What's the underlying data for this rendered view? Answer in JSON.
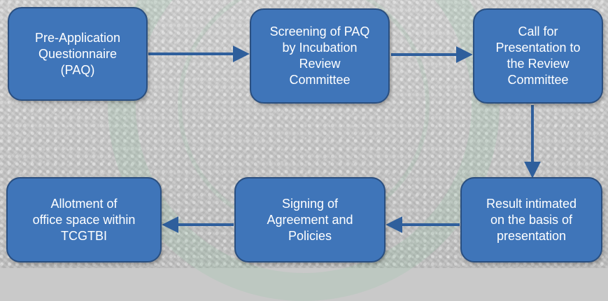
{
  "diagram": {
    "nodes": [
      {
        "id": "n1",
        "label": "Pre-Application\nQuestionnaire\n(PAQ)"
      },
      {
        "id": "n2",
        "label": "Screening of PAQ\nby Incubation\nReview\nCommittee"
      },
      {
        "id": "n3",
        "label": "Call for\nPresentation to\nthe Review\nCommittee"
      },
      {
        "id": "n4",
        "label": "Allotment  of\noffice space within\nTCGTBI"
      },
      {
        "id": "n5",
        "label": "Signing of\nAgreement and\nPolicies"
      },
      {
        "id": "n6",
        "label": "Result intimated\non the basis of\npresentation"
      }
    ],
    "edges": [
      {
        "from": "n1",
        "to": "n2"
      },
      {
        "from": "n2",
        "to": "n3"
      },
      {
        "from": "n3",
        "to": "n6"
      },
      {
        "from": "n6",
        "to": "n5"
      },
      {
        "from": "n5",
        "to": "n4"
      }
    ],
    "colors": {
      "node_fill": "#3f75b9",
      "node_border": "#2a4f80",
      "arrow": "#2f5f9c",
      "text": "#ffffff"
    }
  }
}
